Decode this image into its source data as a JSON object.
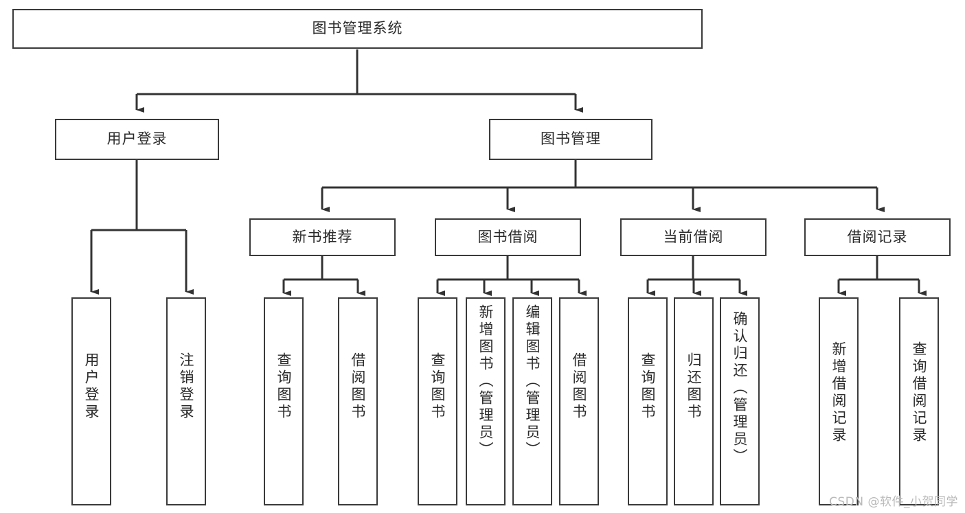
{
  "diagram": {
    "title": "图书管理系统",
    "watermark": "CSDN @软件_小贺同学",
    "colors": {
      "background": "#ffffff",
      "box_border": "#3a3a3a",
      "box_fill": "#ffffff",
      "edge": "#333333",
      "text": "#2b2b2b",
      "watermark": "#b9b9b9"
    },
    "levels": {
      "root": "图书管理系统",
      "level2": [
        "用户登录",
        "图书管理"
      ],
      "level3_under_book_management": [
        "新书推荐",
        "图书借阅",
        "当前借阅",
        "借阅记录"
      ]
    },
    "nodes": {
      "root": "图书管理系统",
      "user_login": "用户登录",
      "book_management": "图书管理",
      "new_book_recommend": "新书推荐",
      "book_borrow": "图书借阅",
      "current_borrow": "当前借阅",
      "borrow_record": "借阅记录",
      "leaf_user_login": "用户登录",
      "leaf_logout": "注销登录",
      "leaf_query_book_1": "查询图书",
      "leaf_borrow_book_1": "借阅图书",
      "leaf_query_book_2": "查询图书",
      "leaf_add_book_admin": "新增图书（管理员）",
      "leaf_edit_book_admin": "编辑图书（管理员）",
      "leaf_borrow_book_2": "借阅图书",
      "leaf_query_book_3": "查询图书",
      "leaf_return_book": "归还图书",
      "leaf_confirm_return_admin": "确认归还（管理员）",
      "leaf_add_borrow_record": "新增借阅记录",
      "leaf_query_borrow_record": "查询借阅记录"
    }
  }
}
